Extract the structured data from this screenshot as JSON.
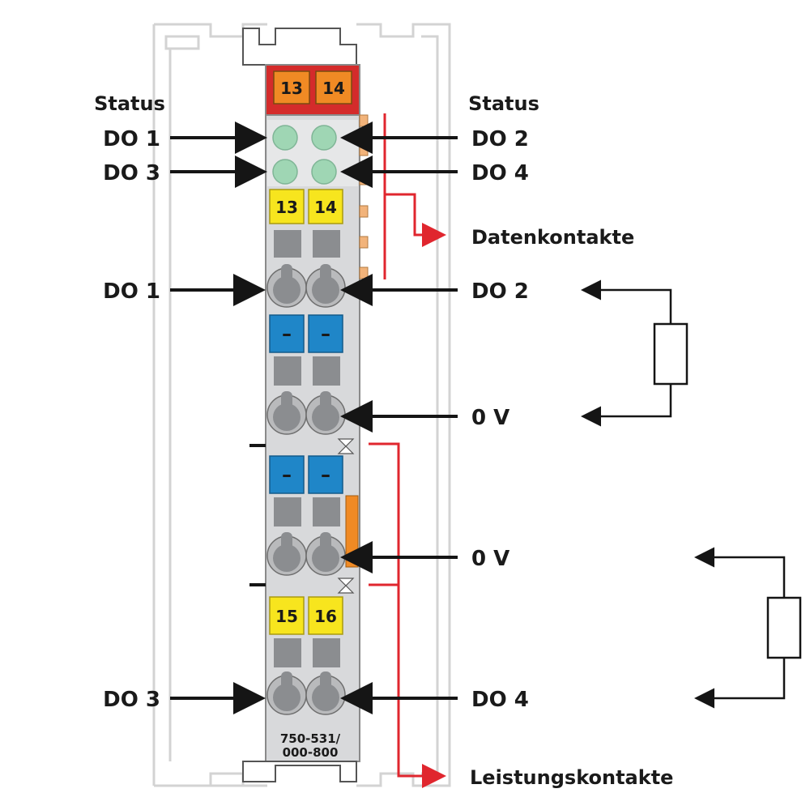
{
  "labels": {
    "status_left": "Status",
    "status_right": "Status",
    "led_do1": "DO 1",
    "led_do2": "DO 2",
    "led_do3": "DO 3",
    "led_do4": "DO 4",
    "data_contacts": "Datenkontakte",
    "term_do1": "DO 1",
    "term_do2": "DO 2",
    "zero_v_1": "0 V",
    "zero_v_2": "0 V",
    "term_do3": "DO 3",
    "term_do4": "DO 4",
    "power_contacts": "Leistungskontakte"
  },
  "module": {
    "top_markers": [
      "13",
      "14"
    ],
    "yellow_markers_top": [
      "13",
      "14"
    ],
    "blue_markers": [
      "–",
      "–"
    ],
    "yellow_markers_bottom": [
      "15",
      "16"
    ],
    "part_number_line1": "750-531/",
    "part_number_line2": "000-800"
  },
  "colors": {
    "module_body": "#d8d9db",
    "module_border": "#9a9a9a",
    "top_red": "#d42b2b",
    "orange_marker": "#f08a24",
    "led_green": "#9fd6b4",
    "yellow": "#f7e51e",
    "blue": "#1f86c8",
    "terminal_gray": "#8b8d90",
    "arrow_black": "#151515",
    "arrow_red": "#e0262e",
    "rail_outline": "#cfcfcf"
  }
}
